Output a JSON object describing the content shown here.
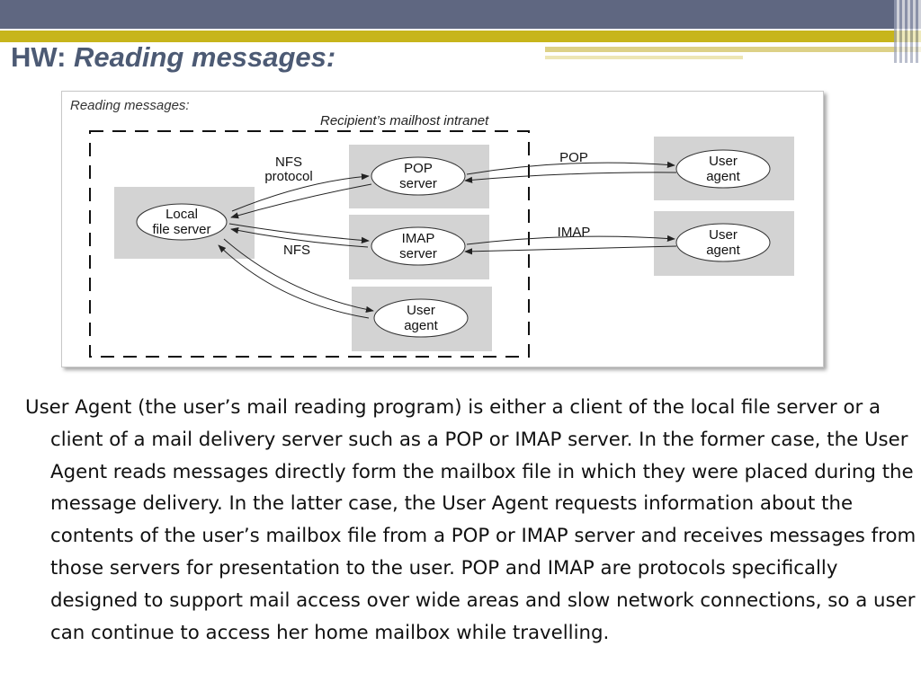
{
  "slide": {
    "title_prefix": "HW: ",
    "title_italic": "Reading messages:"
  },
  "diagram": {
    "caption": "Reading messages:",
    "intranet_label": "Recipient’s mailhost intranet",
    "nodes": {
      "local_file_server": [
        "Local",
        "file server"
      ],
      "pop_server": [
        "POP",
        "server"
      ],
      "imap_server": [
        "IMAP",
        "server"
      ],
      "user_agent_local": [
        "User",
        "agent"
      ],
      "user_agent_pop": [
        "User",
        "agent"
      ],
      "user_agent_imap": [
        "User",
        "agent"
      ]
    },
    "edge_labels": {
      "nfs_protocol": [
        "NFS",
        "protocol"
      ],
      "nfs": "NFS",
      "pop": "POP",
      "imap": "IMAP"
    }
  },
  "body_text": "User Agent (the user’s mail reading program) is either a client of the local file server or a client of a mail delivery server such as a POP or IMAP server. In the former case, the User Agent reads messages directly form the mailbox file in which they were placed during the message delivery.  In the latter case, the User Agent requests information about the contents of the user’s mailbox file from a POP or IMAP server and receives messages from those servers for presentation to the user. POP and IMAP are protocols specifically designed to support mail access over wide areas and slow network connections, so a user can continue to access her home mailbox while travelling."
}
